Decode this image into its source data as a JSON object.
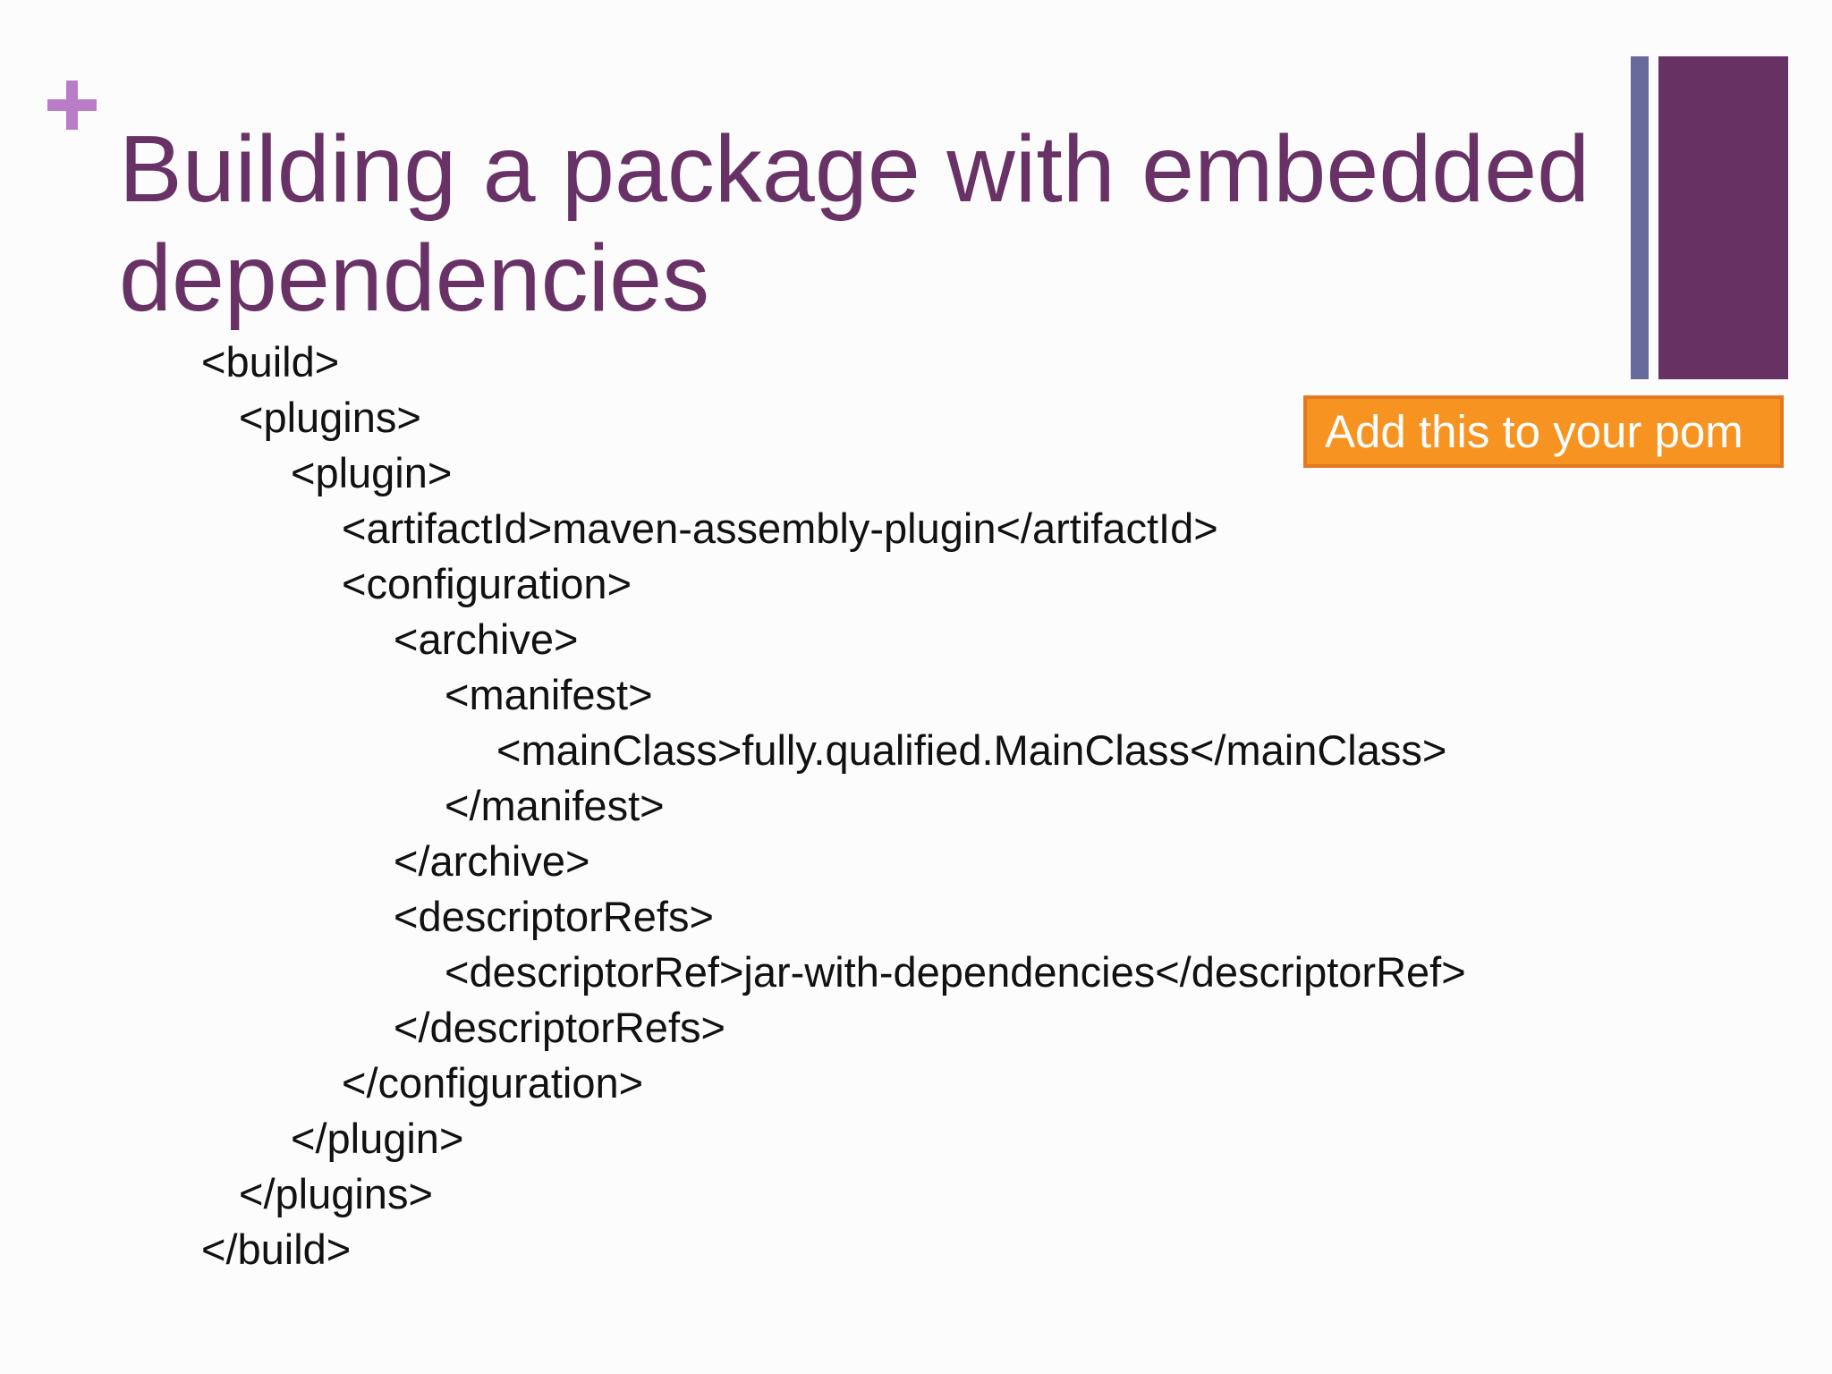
{
  "slide": {
    "title": "Building a package with embedded dependencies",
    "callout": "Add this to your pom",
    "colors": {
      "title": "#683266",
      "plus_mark": "#b97cc6",
      "accent_bar_thin": "#686a9c",
      "accent_bar_thick": "#663264",
      "callout_fill": "#f79421",
      "callout_border": "#e37920"
    },
    "code_lines": [
      "<build>",
      "<plugins>",
      "<plugin>",
      "<artifactId>maven-assembly-plugin</artifactId>",
      "<configuration>",
      "<archive>",
      "<manifest>",
      "<mainClass>fully.qualified.MainClass</mainClass>",
      "</manifest>",
      "</archive>",
      "<descriptorRefs>",
      "<descriptorRef>jar-with-dependencies</descriptorRef>",
      "</descriptorRefs>",
      "</configuration>",
      "</plugin>",
      "</plugins>",
      "</build>"
    ]
  }
}
